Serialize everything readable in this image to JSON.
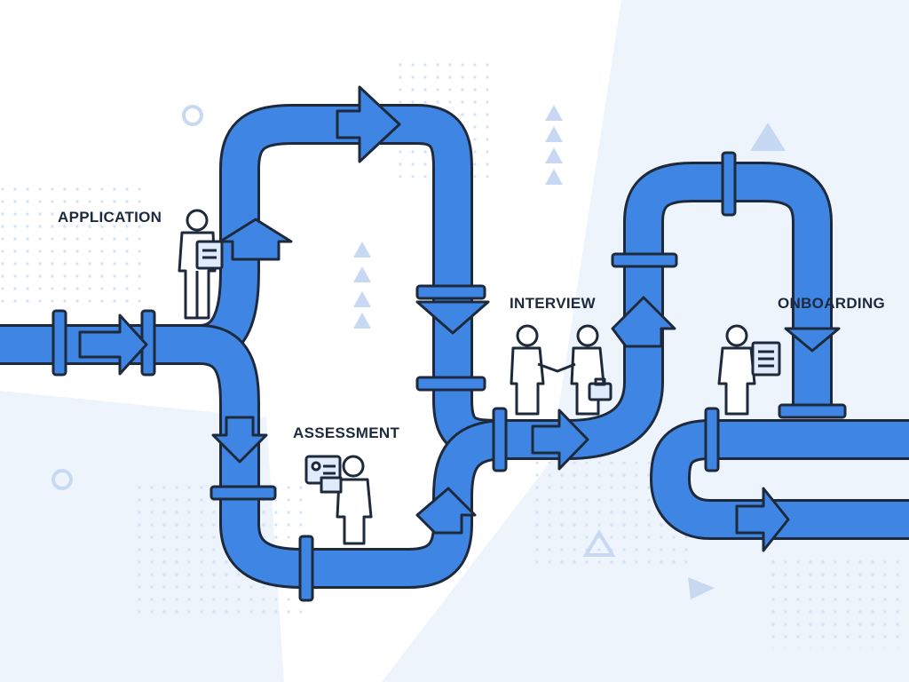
{
  "stages": [
    {
      "id": "application",
      "label": "APPLICATION"
    },
    {
      "id": "assessment",
      "label": "ASSESSMENT"
    },
    {
      "id": "interview",
      "label": "INTERVIEW"
    },
    {
      "id": "onboarding",
      "label": "ONBOARDING"
    }
  ],
  "colors": {
    "pipe": "#3f86e4",
    "pipe_shadow": "#2f6fc9",
    "outline": "#1e2a3c",
    "background": "#ffffff",
    "background_panel": "#eef4fc",
    "decor": "#c7d9f2"
  },
  "icons": [
    "person-clipboard-icon",
    "person-presentation-icon",
    "handshake-icon",
    "briefcase-icon",
    "person-checklist-icon",
    "flow-arrow-icon",
    "triangle-decor-icon",
    "circle-decor-icon"
  ]
}
